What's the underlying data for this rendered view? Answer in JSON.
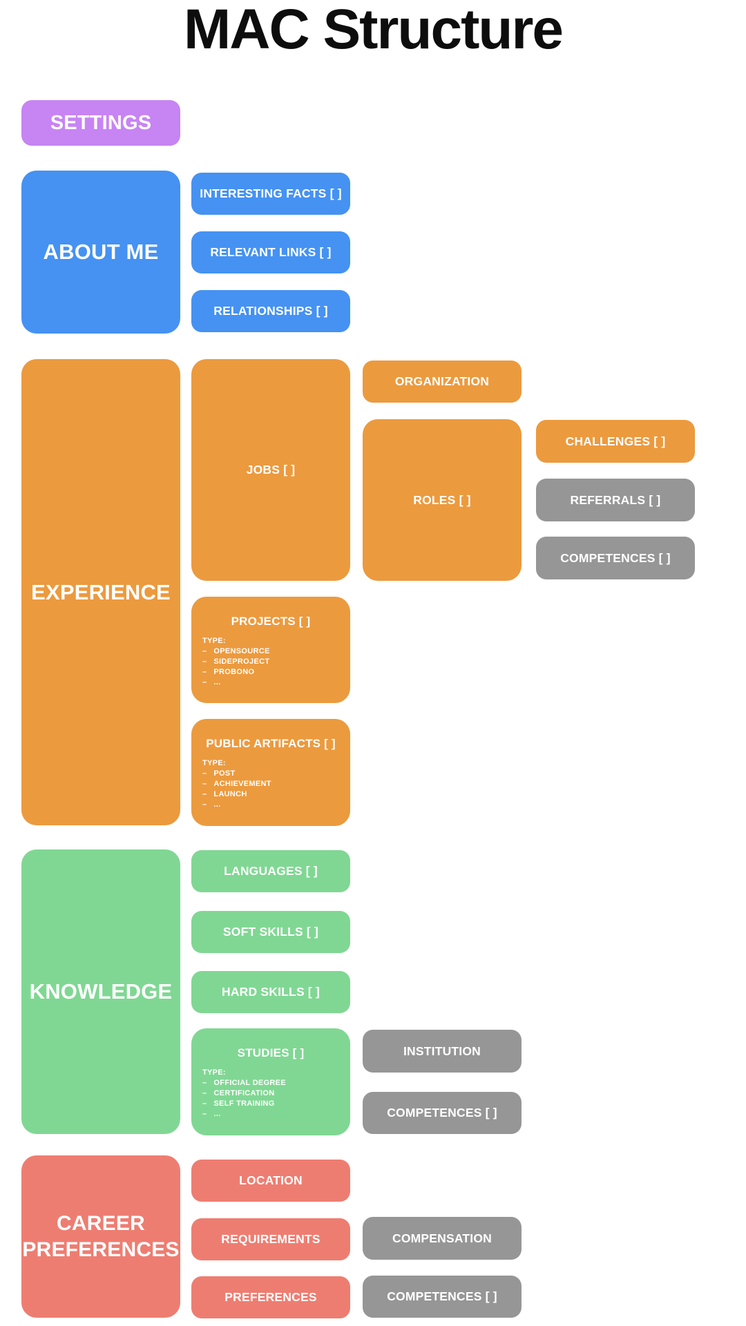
{
  "title": "MAC Structure",
  "colors": {
    "settings": "#C784F3",
    "about": "#4592F2",
    "experience": "#EC9A3E",
    "knowledge": "#80D793",
    "career": "#EE7D71",
    "muted": "#969696"
  },
  "settings": {
    "label": "SETTINGS"
  },
  "about": {
    "label": "ABOUT ME",
    "interesting_facts": "INTERESTING FACTS [ ]",
    "relevant_links": "RELEVANT LINKS [ ]",
    "relationships": "RELATIONSHIPS [ ]"
  },
  "experience": {
    "label": "EXPERIENCE",
    "jobs": "JOBS [ ]",
    "organization": "ORGANIZATION",
    "roles": "ROLES [ ]",
    "challenges": "CHALLENGES [ ]",
    "referrals": "REFERRALS [ ]",
    "competences": "COMPETENCES [ ]",
    "projects": {
      "label": "PROJECTS [ ]",
      "type_heading": "TYPE:",
      "types": [
        "OPENSOURCE",
        "SIDEPROJECT",
        "PROBONO",
        "..."
      ]
    },
    "public_artifacts": {
      "label": "PUBLIC ARTIFACTS [ ]",
      "type_heading": "TYPE:",
      "types": [
        "POST",
        "ACHIEVEMENT",
        "LAUNCH",
        "..."
      ]
    }
  },
  "knowledge": {
    "label": "KNOWLEDGE",
    "languages": "LANGUAGES [ ]",
    "soft_skills": "SOFT SKILLS [ ]",
    "hard_skills": "HARD SKILLS [ ]",
    "studies": {
      "label": "STUDIES [ ]",
      "type_heading": "TYPE:",
      "types": [
        "OFFICIAL DEGREE",
        "CERTIFICATION",
        "SELF TRAINING",
        "..."
      ]
    },
    "institution": "INSTITUTION",
    "competences": "COMPETENCES [ ]"
  },
  "career": {
    "label": "CAREER PREFERENCES",
    "location": "LOCATION",
    "requirements": "REQUIREMENTS",
    "preferences": "PREFERENCES",
    "compensation": "COMPENSATION",
    "competences": "COMPETENCES [ ]"
  }
}
